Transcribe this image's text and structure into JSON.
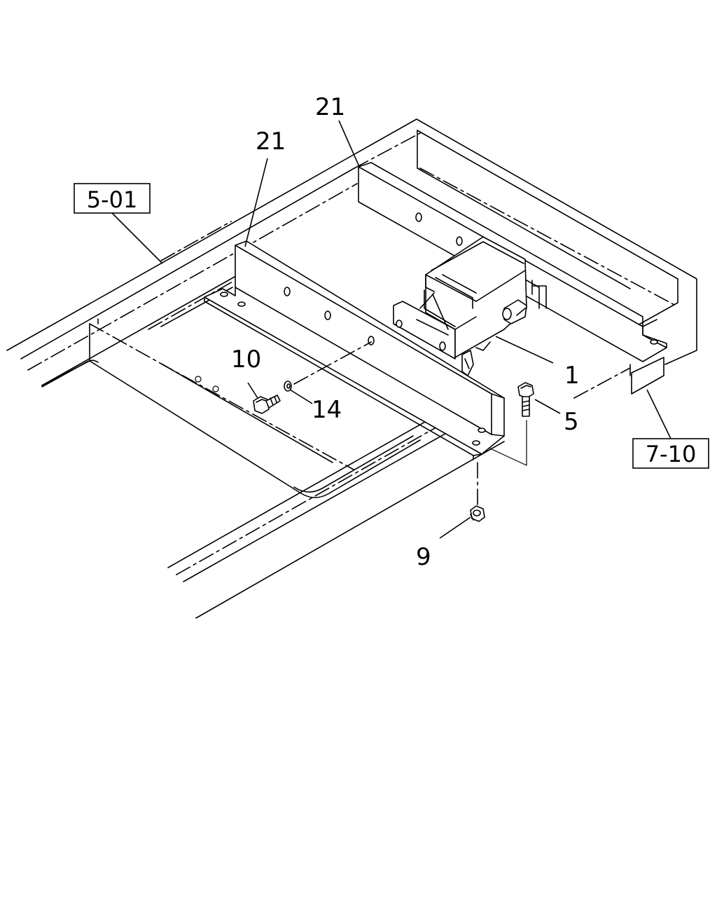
{
  "callouts": {
    "part_1": "1",
    "part_5": "5",
    "part_9": "9",
    "part_10": "10",
    "part_14": "14",
    "part_21_left": "21",
    "part_21_right": "21"
  },
  "reference_boxes": {
    "ref_left": "5-01",
    "ref_right": "7-10"
  }
}
